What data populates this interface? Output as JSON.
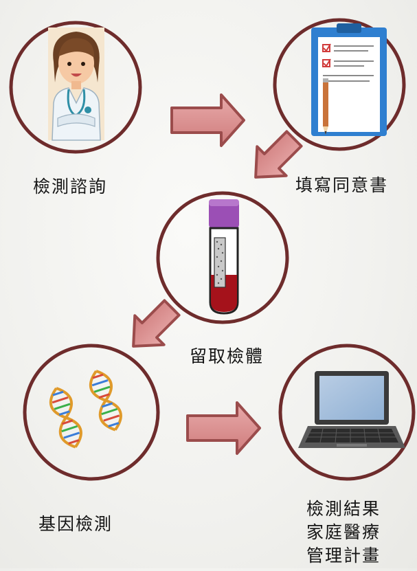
{
  "diagram": {
    "steps": [
      {
        "id": "consult",
        "label": "檢測諮詢",
        "icon": "doctor-icon"
      },
      {
        "id": "consent",
        "label": "填寫同意書",
        "icon": "clipboard-icon"
      },
      {
        "id": "sample",
        "label": "留取檢體",
        "icon": "blood-tube-icon"
      },
      {
        "id": "genetic",
        "label": "基因檢測",
        "icon": "dna-icon"
      },
      {
        "id": "result",
        "label_lines": [
          "檢測結果",
          "家庭醫療",
          "管理計畫"
        ],
        "icon": "laptop-icon"
      }
    ],
    "colors": {
      "ring": "#6e2c2c",
      "arrow_fill": "#d98b8b",
      "arrow_stroke": "#9b4c4c"
    }
  }
}
